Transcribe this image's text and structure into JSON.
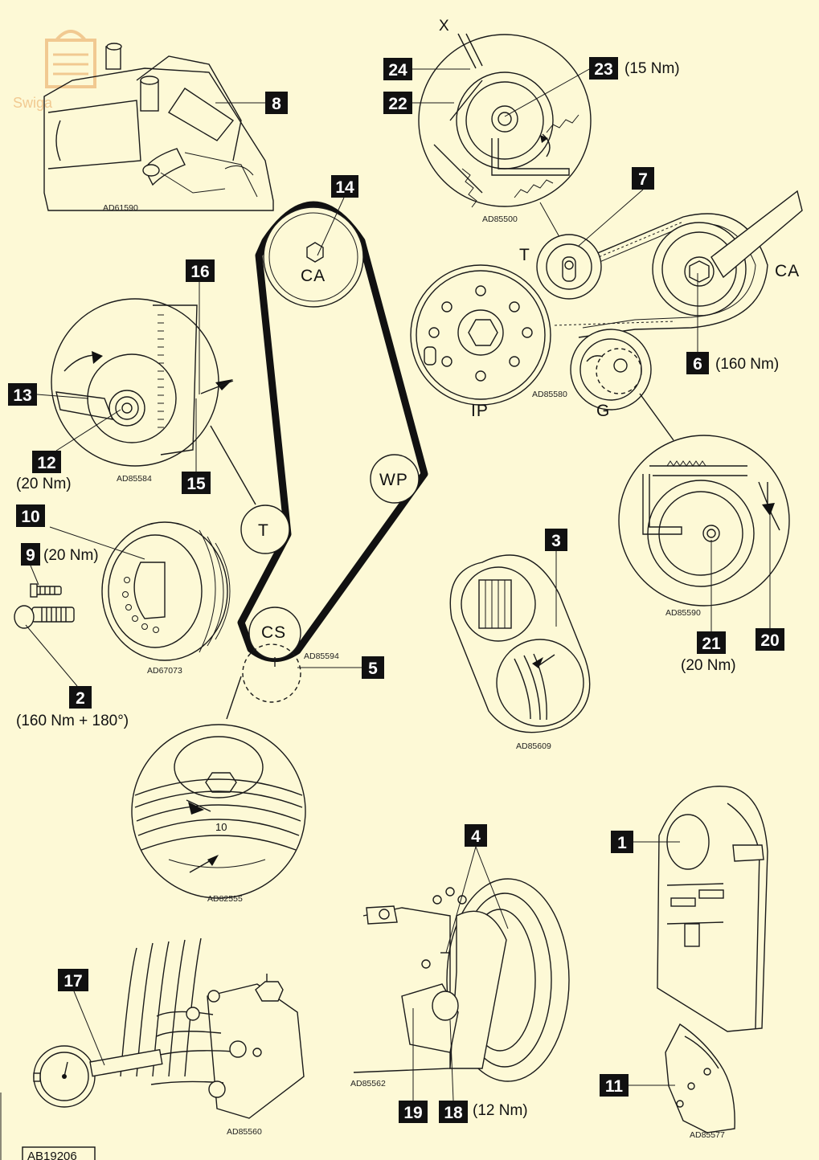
{
  "watermark": "Swiga",
  "footer_code": "AB19206",
  "pulleys": {
    "ca_top": "CA",
    "t_small": "T",
    "wp": "WP",
    "cs": "CS",
    "t_right": "T",
    "ca_right": "CA",
    "ip": "IP",
    "g": "G"
  },
  "callouts": {
    "c1": "1",
    "c2": "2",
    "c3": "3",
    "c4": "4",
    "c5": "5",
    "c6": "6",
    "c7": "7",
    "c8": "8",
    "c9": "9",
    "c10": "10",
    "c11": "11",
    "c12": "12",
    "c13": "13",
    "c14": "14",
    "c15": "15",
    "c16": "16",
    "c17": "17",
    "c18": "18",
    "c19": "19",
    "c20": "20",
    "c21": "21",
    "c22": "22",
    "c23": "23",
    "c24": "24"
  },
  "torques": {
    "t23": "(15 Nm)",
    "t6": "(160 Nm)",
    "t12": "(20 Nm)",
    "t9": "(20 Nm)",
    "t2": "(160 Nm + 180°)",
    "t21": "(20 Nm)",
    "t18": "(12 Nm)"
  },
  "letter_x": "X",
  "mark_10": "10",
  "figure_codes": {
    "f1": "AD61590",
    "f2": "AD85500",
    "f3": "AD85580",
    "f4": "AD85584",
    "f5": "AD67073",
    "f6": "AD85594",
    "f7": "AD85609",
    "f8": "AD85590",
    "f9": "AD82555",
    "f10": "AD85562",
    "f11": "AD85560",
    "f12": "AD85577"
  }
}
